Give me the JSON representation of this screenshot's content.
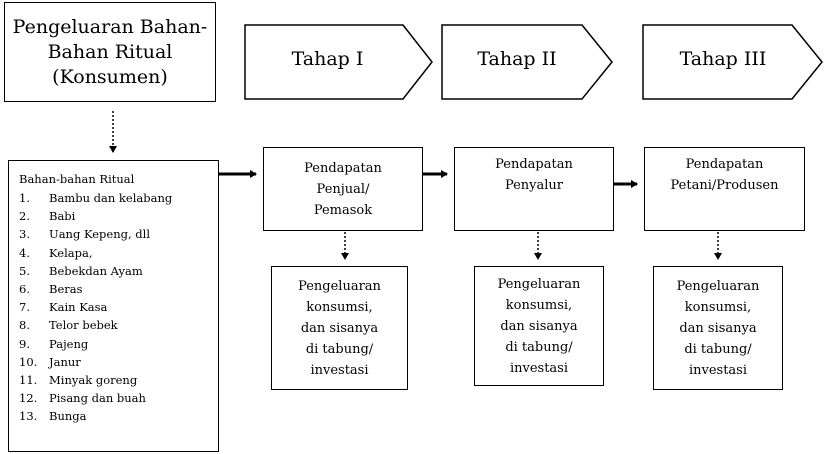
{
  "title_box": {
    "lines": [
      "Pengeluaran Bahan-",
      "Bahan Ritual",
      "(Konsumen)"
    ]
  },
  "stages": [
    {
      "label": "Tahap I"
    },
    {
      "label": "Tahap II"
    },
    {
      "label": "Tahap III"
    }
  ],
  "income_boxes": [
    {
      "lines": [
        "Pendapatan",
        "Penjual/",
        "Pemasok"
      ]
    },
    {
      "lines": [
        "Pendapatan",
        "Penyalur"
      ]
    },
    {
      "lines": [
        "Pendapatan",
        "Petani/Produsen"
      ]
    }
  ],
  "spending_boxes": [
    {
      "lines": [
        "Pengeluaran",
        "konsumsi,",
        "dan sisanya",
        "di tabung/",
        "investasi"
      ]
    },
    {
      "lines": [
        "Pengeluaran",
        "konsumsi,",
        "dan sisanya",
        "di tabung/",
        "investasi"
      ]
    },
    {
      "lines": [
        "Pengeluaran",
        "konsumsi,",
        "dan sisanya",
        "di tabung/",
        "investasi"
      ]
    }
  ],
  "materials": {
    "title": "Bahan-bahan Ritual",
    "items": [
      {
        "num": "1.",
        "text": "Bambu dan kelabang"
      },
      {
        "num": "2.",
        "text": "Babi"
      },
      {
        "num": "3.",
        "text": "Uang Kepeng, dll"
      },
      {
        "num": "4.",
        "text": "Kelapa,"
      },
      {
        "num": "5.",
        "text": "Bebekdan Ayam"
      },
      {
        "num": "6.",
        "text": "Beras"
      },
      {
        "num": "7.",
        "text": "Kain Kasa"
      },
      {
        "num": "8.",
        "text": "Telor bebek"
      },
      {
        "num": "9.",
        "text": "Pajeng"
      },
      {
        "num": "10.",
        "text": "Janur"
      },
      {
        "num": "11.",
        "text": "Minyak goreng"
      },
      {
        "num": "12.",
        "text": "Pisang dan buah"
      },
      {
        "num": "13.",
        "text": "Bunga"
      }
    ]
  }
}
